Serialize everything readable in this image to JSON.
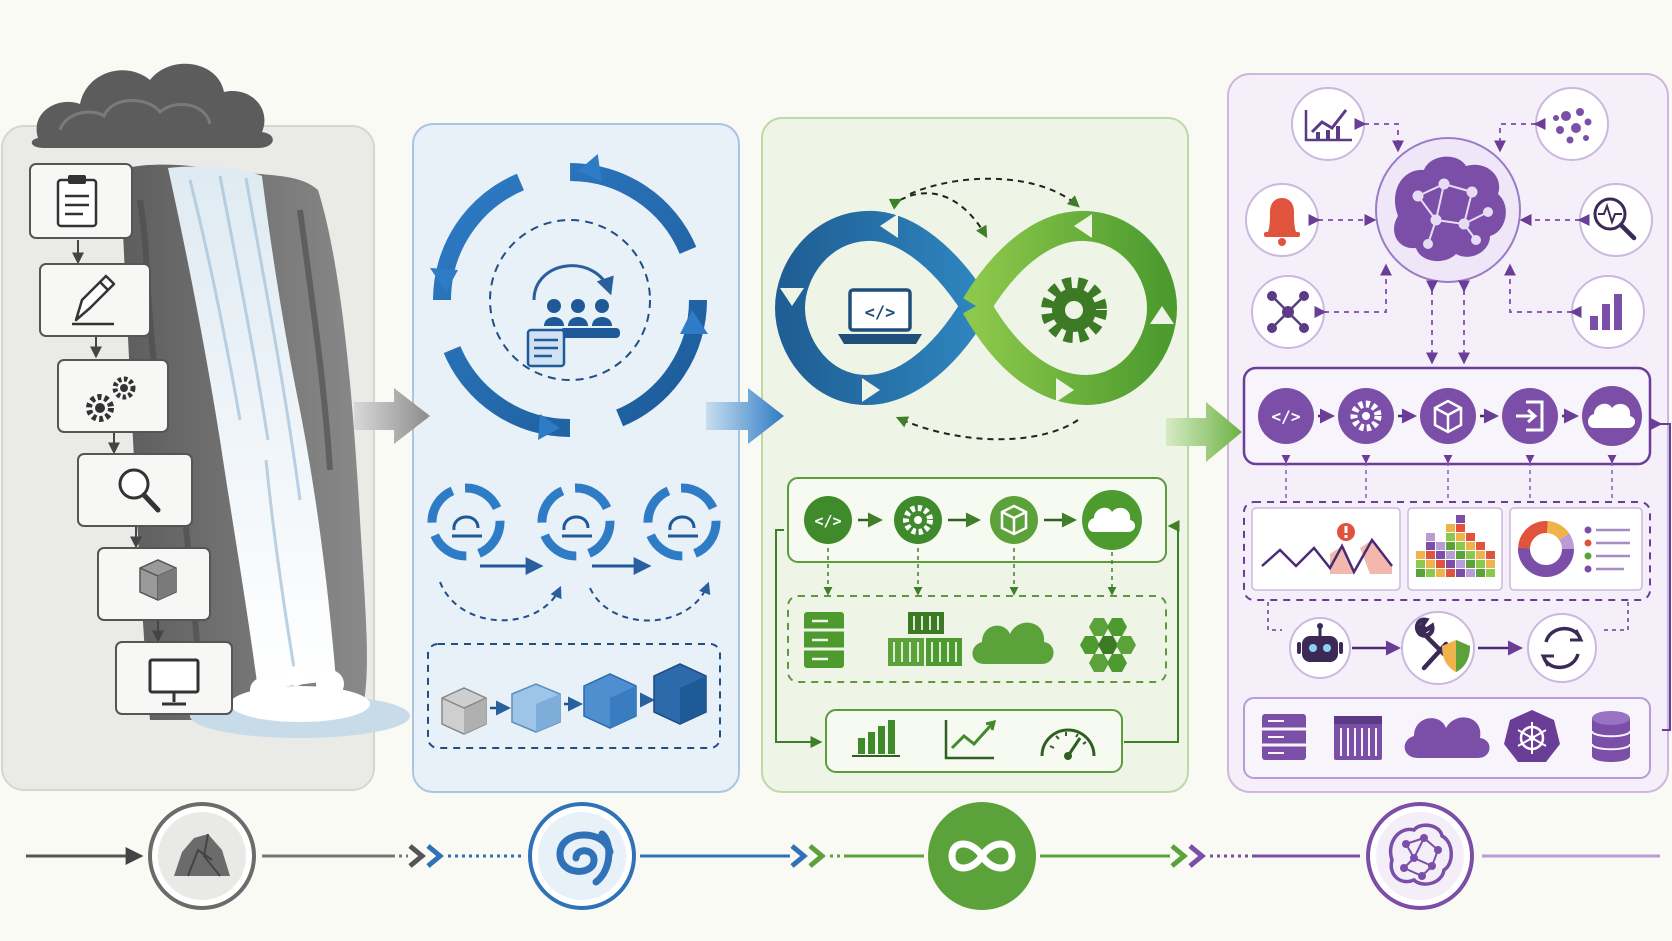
{
  "stages": [
    {
      "key": "waterfall",
      "badge_icon": "rock-icon",
      "color": "#6b6b6b",
      "panel_fill": "#e9e9e6"
    },
    {
      "key": "agile",
      "badge_icon": "spiral-icon",
      "color": "#2f72b8",
      "panel_fill": "#e8f0f8"
    },
    {
      "key": "devops",
      "badge_icon": "infinity-icon",
      "color": "#5ca23a",
      "panel_fill": "#eef5e6"
    },
    {
      "key": "aiops",
      "badge_icon": "brain-network-icon",
      "color": "#7b4fa8",
      "panel_fill": "#f3eef8"
    }
  ],
  "waterfall_steps": [
    "clipboard-icon",
    "pencil-icon",
    "gears-icon",
    "magnifier-icon",
    "box-icon",
    "monitor-icon"
  ],
  "agile_pipeline": [
    "cube-light-icon",
    "cube-icon",
    "cube-icon",
    "cube-dark-icon"
  ],
  "devops_pipeline": [
    "code-icon",
    "gear-icon",
    "package-icon",
    "cloud-icon"
  ],
  "devops_infra": [
    "server-icon",
    "container-icon",
    "cloud-icon",
    "hexagon-cluster-icon"
  ],
  "devops_monitoring": [
    "bar-chart-icon",
    "line-chart-icon",
    "gauge-icon"
  ],
  "aiops_satellites": [
    "line-chart-icon",
    "molecule-icon",
    "bell-icon",
    "search-pulse-icon",
    "network-icon",
    "bar-chart-icon"
  ],
  "aiops_pipeline": [
    "code-icon",
    "gear-icon",
    "package-icon",
    "deploy-icon",
    "cloud-icon"
  ],
  "aiops_dashboards": [
    "anomaly-line-chart-icon",
    "heatmap-icon",
    "donut-chart-icon"
  ],
  "aiops_automation": [
    "robot-icon",
    "wrench-shield-icon",
    "refresh-icon"
  ],
  "aiops_infra": [
    "server-icon",
    "storage-array-icon",
    "cloud-icon",
    "kubernetes-icon",
    "database-icon"
  ]
}
